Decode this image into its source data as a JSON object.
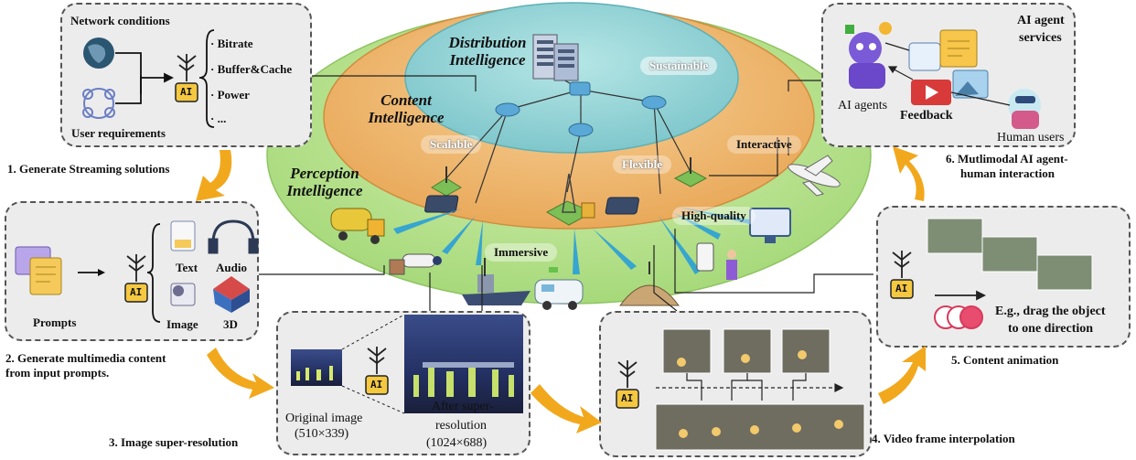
{
  "layers": {
    "distribution": "Distribution Intelligence",
    "content": "Content Intelligence",
    "perception": "Perception Intelligence"
  },
  "features": {
    "sustainable": "Sustainable",
    "scalable": "Scalable",
    "flexible": "Flexible",
    "interactive": "Interactive",
    "high_quality": "High-quality",
    "immersive": "Immersive"
  },
  "panel1": {
    "network": "Network conditions",
    "user": "User requirements",
    "items": [
      "· Bitrate",
      "· Buffer&Cache",
      "· Power",
      "· ..."
    ],
    "caption": "1. Generate Streaming solutions"
  },
  "panel2": {
    "prompts": "Prompts",
    "text": "Text",
    "audio": "Audio",
    "image": "Image",
    "three_d": "3D",
    "caption_l1": "2. Generate multimedia content",
    "caption_l2": "from input prompts."
  },
  "panel3": {
    "orig_l1": "Original image",
    "orig_l2": "(510×339)",
    "after_l1": "After super-",
    "after_l2": "resolution",
    "after_l3": "(1024×688)",
    "caption": "3. Image super-resolution"
  },
  "panel4": {
    "caption": "4. Video frame interpolation"
  },
  "panel5": {
    "desc_l1": "E.g., drag the object",
    "desc_l2": "to one direction",
    "caption": "5. Content animation"
  },
  "panel6": {
    "agents": "AI agents",
    "services_l1": "AI agent",
    "services_l2": "services",
    "feedback": "Feedback",
    "humans": "Human users",
    "caption_l1": "6. Mutlimodal AI agent-",
    "caption_l2": "human interaction"
  },
  "ai_label": "AI",
  "colors": {
    "outer": "#b7e08f",
    "middle": "#f0b66d",
    "inner": "#93d3d6",
    "arrow": "#f2a81d",
    "beam": "#2a9fd8"
  }
}
